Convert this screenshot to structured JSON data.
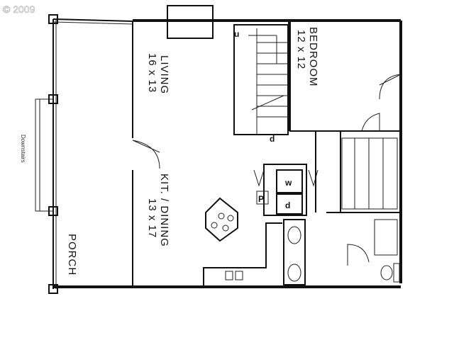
{
  "watermark": "© 2009",
  "rooms": {
    "bedroom": {
      "name": "BEDROOM",
      "size": "12 x 12"
    },
    "living": {
      "name": "LIVING",
      "size": "16 x 13"
    },
    "kitchen": {
      "name": "KIT. / DINING",
      "size": "13 x 17"
    },
    "porch": {
      "name": "PORCH"
    }
  },
  "notes": {
    "downstairs": "Downstairs"
  },
  "symbols": {
    "up": "u",
    "down": "d",
    "washer": "w",
    "dryer": "d",
    "pantry": "P"
  }
}
